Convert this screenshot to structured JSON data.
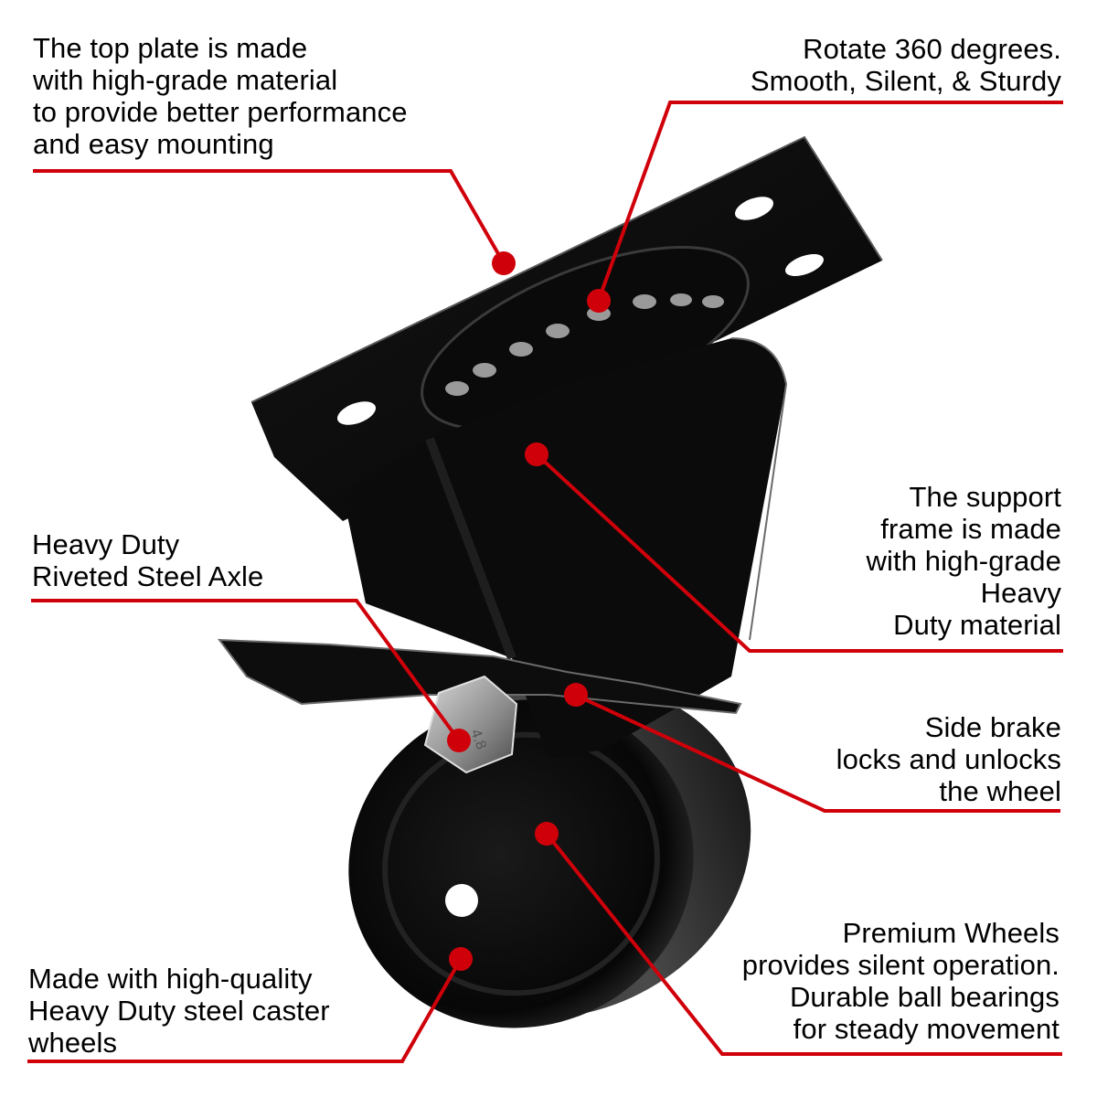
{
  "theme": {
    "accent": "#d0000a",
    "text": "#000000",
    "background": "#ffffff",
    "product_color": "#0c0c0c"
  },
  "product": {
    "name": "Swivel caster wheel with side brake",
    "bolt_marking": "4.8"
  },
  "callouts": [
    {
      "id": "top-plate",
      "side": "left",
      "text": "The top plate is made\nwith high-grade material\nto provide better performance\nand easy mounting",
      "points_to": "top mounting plate"
    },
    {
      "id": "swivel",
      "side": "right",
      "text": "Rotate 360 degrees.\nSmooth, Silent, & Sturdy",
      "points_to": "ball-bearing swivel race"
    },
    {
      "id": "support-frame",
      "side": "right",
      "text": "The support\nframe is made\nwith high-grade\nHeavy\nDuty material",
      "points_to": "fork / support frame"
    },
    {
      "id": "axle",
      "side": "left",
      "text": "Heavy Duty\nRiveted Steel Axle",
      "points_to": "axle bolt"
    },
    {
      "id": "brake",
      "side": "right",
      "text": "Side brake\nlocks and unlocks\nthe wheel",
      "points_to": "side brake pedal"
    },
    {
      "id": "wheel",
      "side": "left",
      "text": "Made with high-quality\nHeavy Duty steel caster\nwheels",
      "points_to": "steel wheel rim"
    },
    {
      "id": "bearings",
      "side": "right",
      "text": "Premium Wheels\nprovides silent operation.\nDurable ball bearings\nfor steady movement",
      "points_to": "wheel hub bearings"
    }
  ]
}
